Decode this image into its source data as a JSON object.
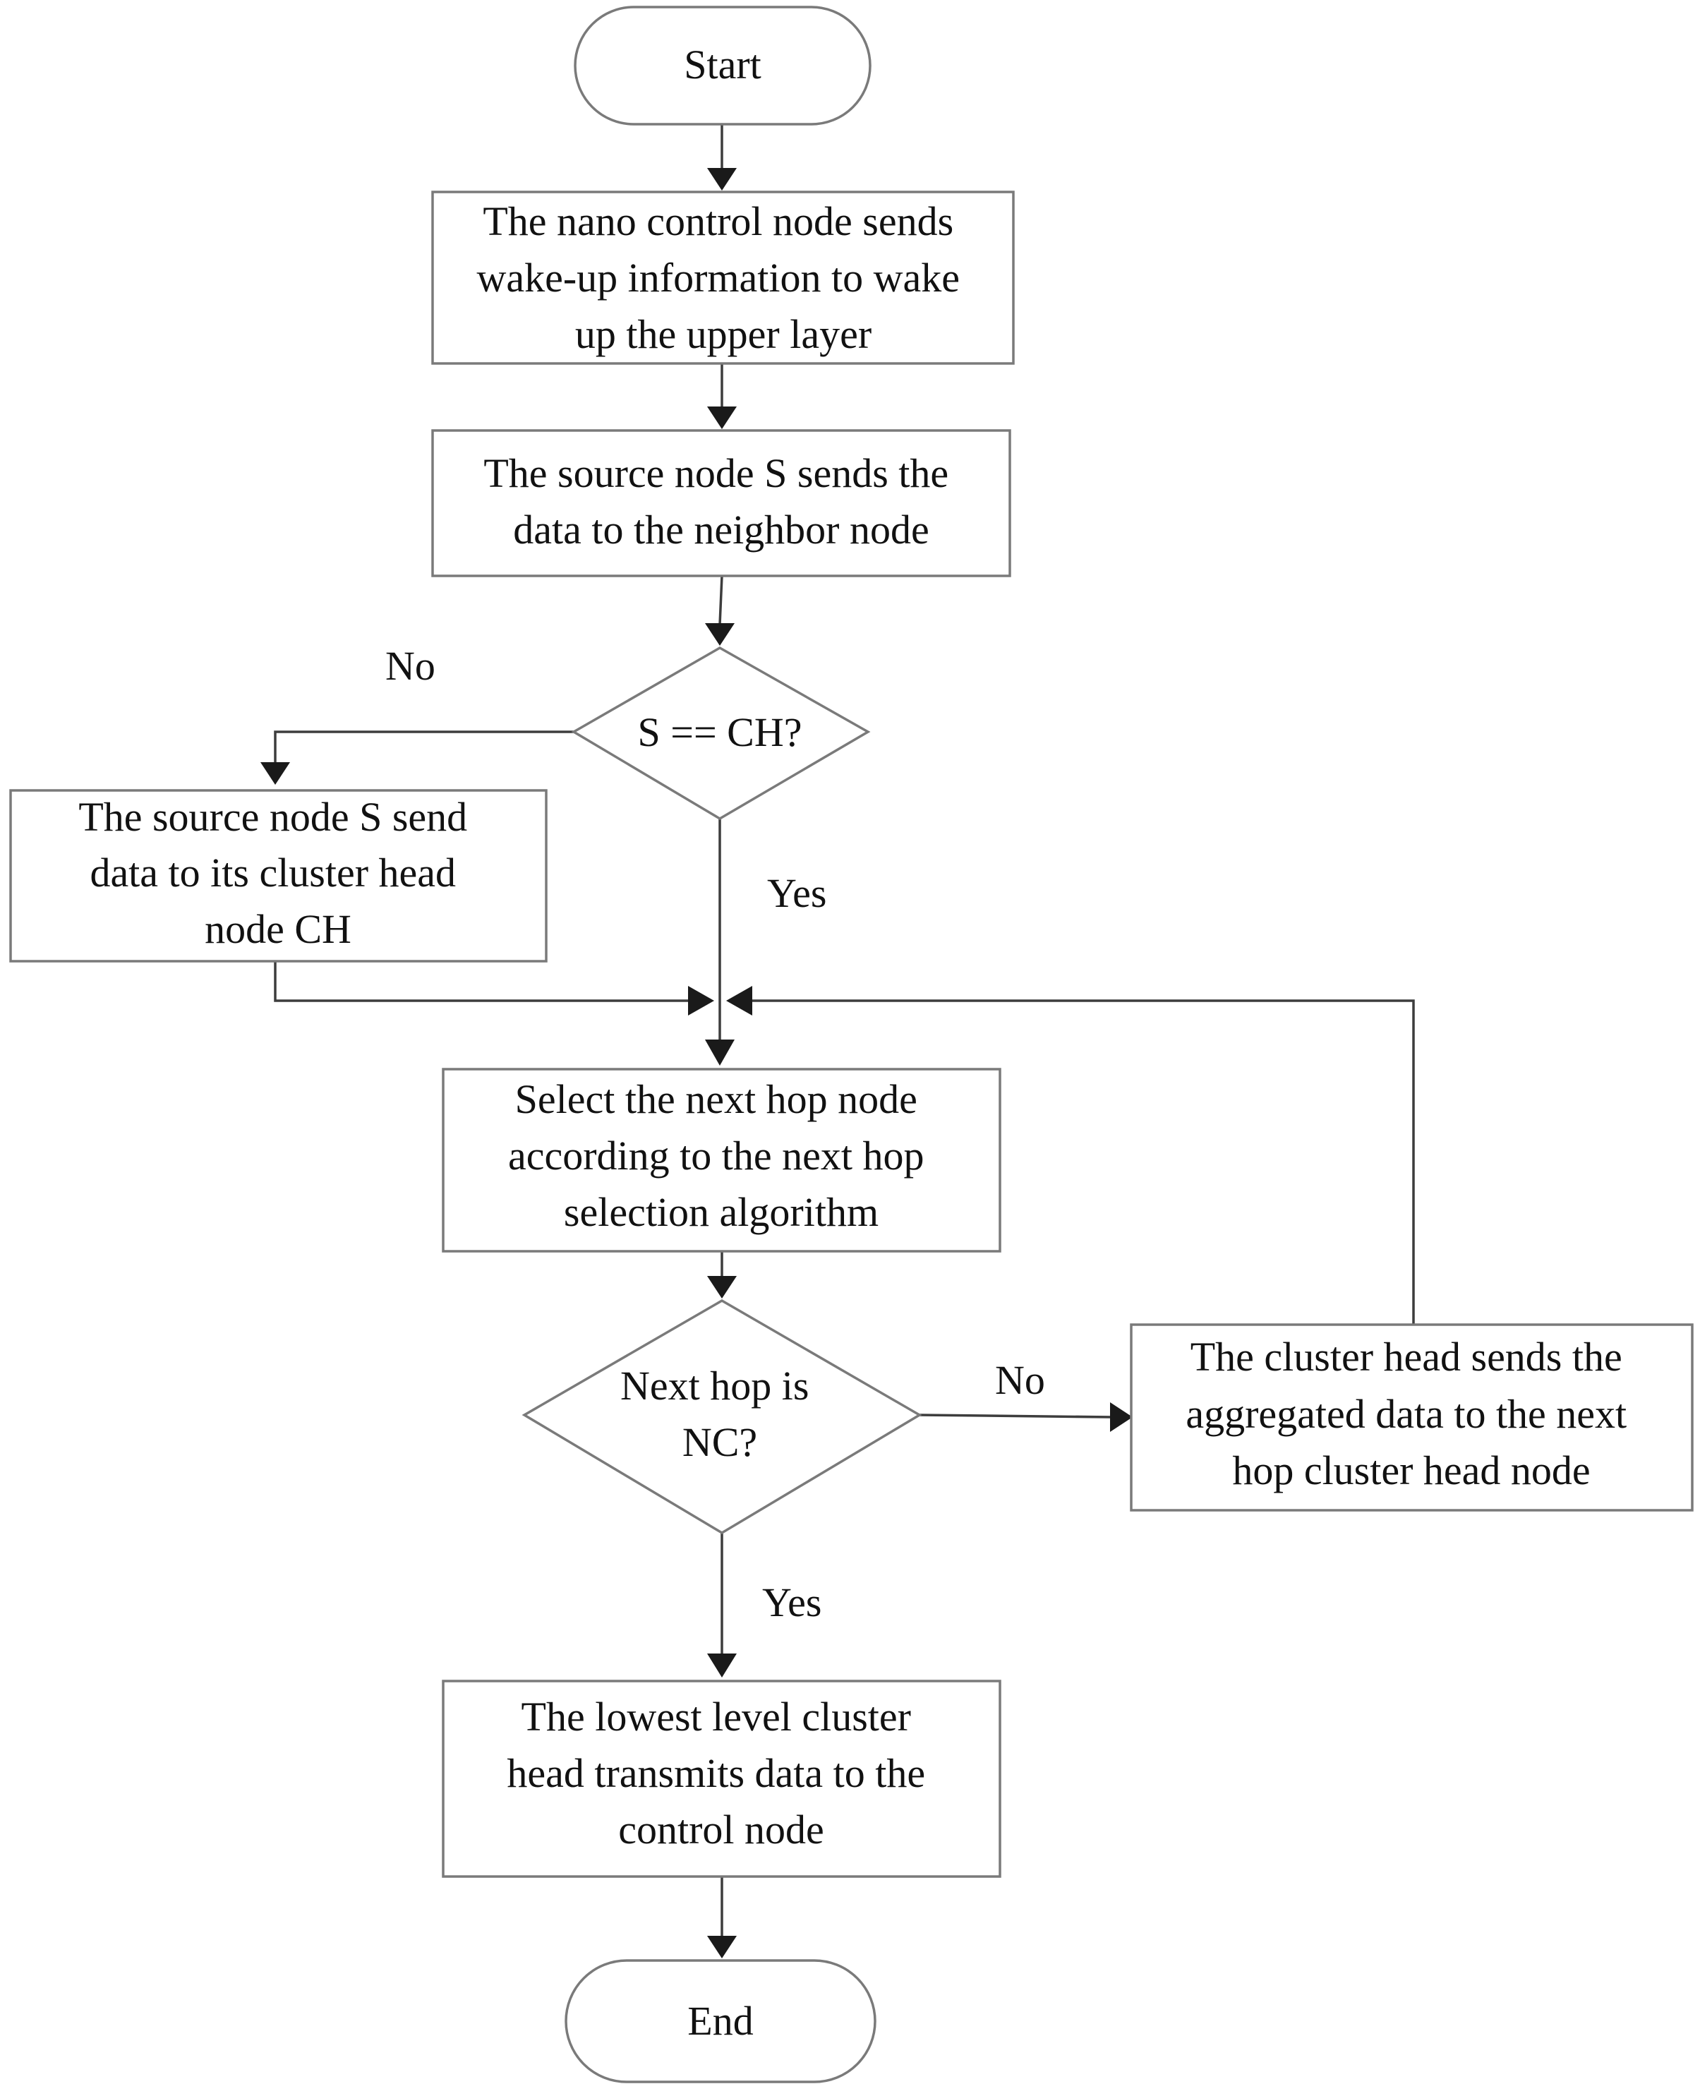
{
  "flowchart": {
    "start": "Start",
    "end": "End",
    "steps": {
      "wake": [
        "The nano control node sends",
        "wake-up information to wake",
        "up the upper layer"
      ],
      "source_send": [
        "The source node S sends the",
        "data to the neighbor node"
      ],
      "send_to_ch": [
        "The source node S send",
        "data to its cluster head",
        "node CH"
      ],
      "select_hop": [
        "Select the next hop node",
        "according to the next hop",
        "selection algorithm"
      ],
      "ch_forward": [
        "The cluster head sends the",
        "aggregated data to the next",
        "hop cluster head node"
      ],
      "lowest_level": [
        "The lowest level cluster",
        "head transmits data to the",
        "control node"
      ]
    },
    "decisions": {
      "is_ch": [
        "S == CH?"
      ],
      "is_nc": [
        "Next hop is",
        "NC?"
      ]
    },
    "edge_labels": {
      "is_ch_no": "No",
      "is_ch_yes": "Yes",
      "is_nc_no": "No",
      "is_nc_yes": "Yes"
    }
  }
}
